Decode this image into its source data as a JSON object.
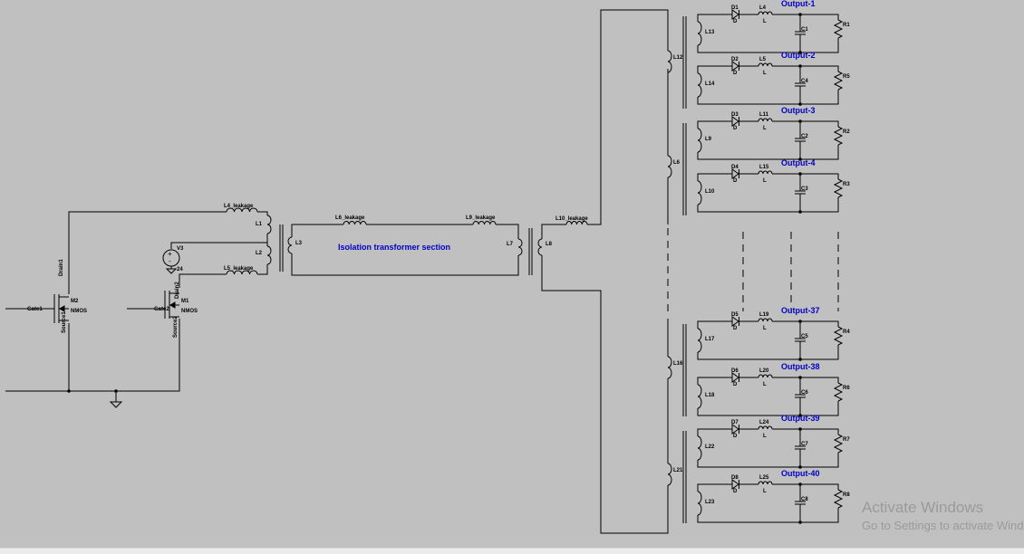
{
  "section_label": "Isolation transformer section",
  "primary": {
    "m2": {
      "name": "M2",
      "model": "NMOS",
      "drain": "Drain1",
      "gate": "Gate1",
      "source": "Source1"
    },
    "m1": {
      "name": "M1",
      "model": "NMOS",
      "drain": "Drain2",
      "gate": "Gate2",
      "source": "Source2"
    },
    "v3": {
      "name": "V3",
      "value": "24"
    },
    "l4_leak": "L4_leakage",
    "l5_leak": "L5_leakage",
    "l1": "L1",
    "l2": "L2",
    "l3": "L3"
  },
  "isolation": {
    "l6_leak": "L6_leakage",
    "l9_leak": "L9_leakage",
    "l7": "L7",
    "l8": "L8",
    "l10_leak": "L10_leakage"
  },
  "primaries": [
    "L12",
    "L6",
    "L16",
    "L21"
  ],
  "diode_model": "D",
  "inductor_model": "L",
  "outputs": [
    {
      "label": "Output-1",
      "sec": "L13",
      "diode": "D1",
      "ind": "L4",
      "cap": "C1",
      "res": "R1"
    },
    {
      "label": "Output-2",
      "sec": "L14",
      "diode": "D2",
      "ind": "L5",
      "cap": "C4",
      "res": "R5"
    },
    {
      "label": "Output-3",
      "sec": "L9",
      "diode": "D3",
      "ind": "L11",
      "cap": "C2",
      "res": "R2"
    },
    {
      "label": "Output-4",
      "sec": "L10",
      "diode": "D4",
      "ind": "L15",
      "cap": "C3",
      "res": "R3"
    },
    {
      "label": "Output-37",
      "sec": "L17",
      "diode": "D5",
      "ind": "L19",
      "cap": "C5",
      "res": "R4"
    },
    {
      "label": "Output-38",
      "sec": "L18",
      "diode": "D6",
      "ind": "L20",
      "cap": "C6",
      "res": "R6"
    },
    {
      "label": "Output-39",
      "sec": "L22",
      "diode": "D7",
      "ind": "L24",
      "cap": "C7",
      "res": "R7"
    },
    {
      "label": "Output-40",
      "sec": "L23",
      "diode": "D8",
      "ind": "L25",
      "cap": "C8",
      "res": "R8"
    }
  ],
  "watermark": {
    "title": "Activate Windows",
    "subtitle": "Go to Settings to activate Windows."
  },
  "colors": {
    "background": "#c0c0c0",
    "wire": "#000000",
    "output_label": "#0000c8"
  }
}
